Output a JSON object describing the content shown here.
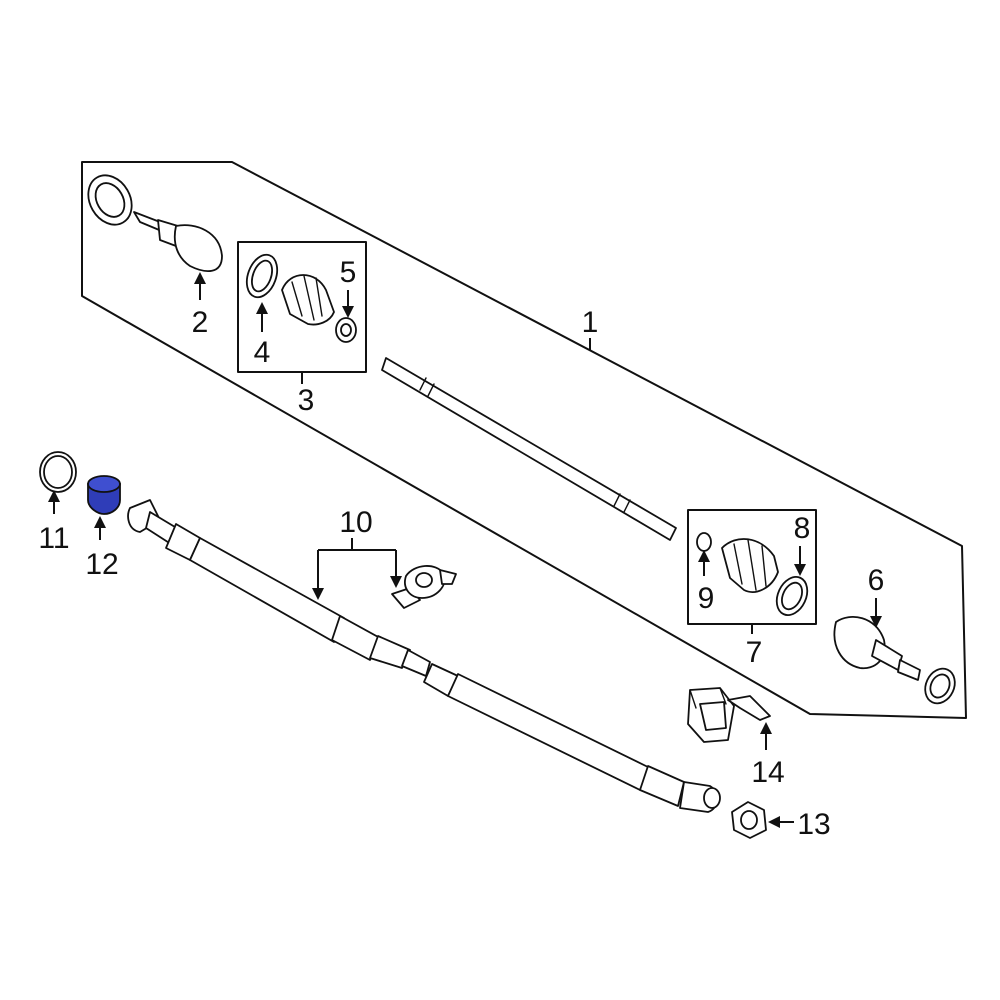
{
  "callouts": {
    "c1": "1",
    "c2": "2",
    "c3": "3",
    "c4": "4",
    "c5": "5",
    "c6": "6",
    "c7": "7",
    "c8": "8",
    "c9": "9",
    "c10": "10",
    "c11": "11",
    "c12": "12",
    "c13": "13",
    "c14": "14"
  },
  "colors": {
    "highlight": "#2f3db8",
    "ink": "#111111",
    "background": "#ffffff"
  }
}
